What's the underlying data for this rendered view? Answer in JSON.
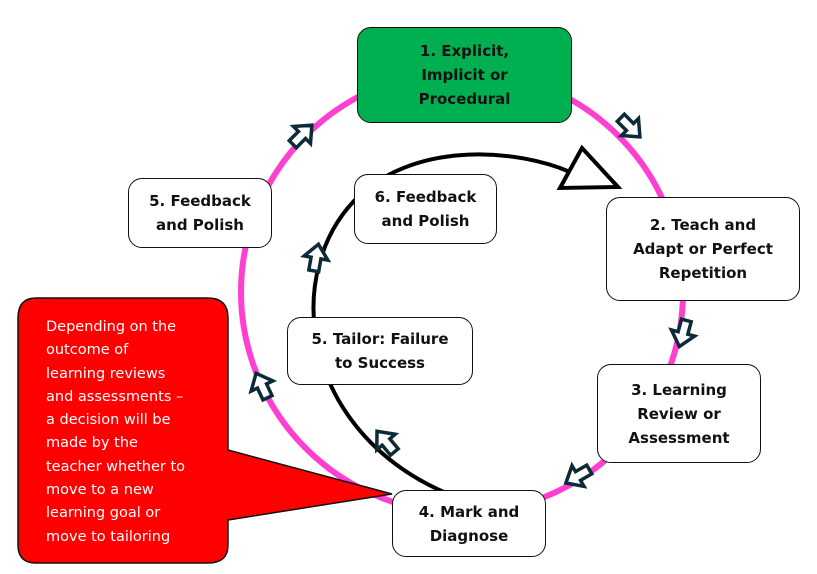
{
  "diagram": {
    "outer_cycle": {
      "color": "#ff3fd0",
      "nodes": [
        {
          "id": "step-1",
          "label": "1.      Explicit,\nImplicit or\nProcedural",
          "fill": "#00b050"
        },
        {
          "id": "step-2",
          "label": "2. Teach and\nAdapt or Perfect\nRepetition",
          "fill": "#ffffff"
        },
        {
          "id": "step-3",
          "label": "3. Learning\nReview or\nAssessment",
          "fill": "#ffffff"
        },
        {
          "id": "step-4",
          "label": "4. Mark and\nDiagnose",
          "fill": "#ffffff"
        },
        {
          "id": "step-5-outer",
          "label": "5. Feedback\nand Polish",
          "fill": "#ffffff"
        }
      ]
    },
    "inner_cycle": {
      "color": "#000000",
      "nodes": [
        {
          "id": "step-5-inner",
          "label": "5. Tailor: Failure\nto Success",
          "fill": "#ffffff"
        },
        {
          "id": "step-6-inner",
          "label": "6. Feedback\nand Polish",
          "fill": "#ffffff"
        }
      ]
    },
    "arrow_color": "#0d2a38",
    "callout": {
      "fill": "#ff0000",
      "text_color": "#ffffff",
      "text": "Depending on the\noutcome of\nlearning reviews\nand assessments –\na decision will be\nmade by the\nteacher whether to\nmove to a new\nlearning goal or\nmove to tailoring"
    }
  }
}
